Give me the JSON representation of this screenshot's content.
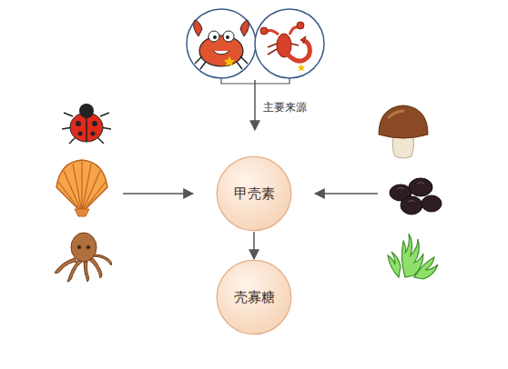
{
  "diagram": {
    "nodes": [
      {
        "text": [
          "甲壳素"
        ]
      },
      {
        "text": [
          "壳寡糖"
        ]
      }
    ],
    "edges": [
      {
        "from": 0,
        "to": 1,
        "arrow": "to"
      }
    ],
    "labels": [
      "主要来源"
    ]
  }
}
